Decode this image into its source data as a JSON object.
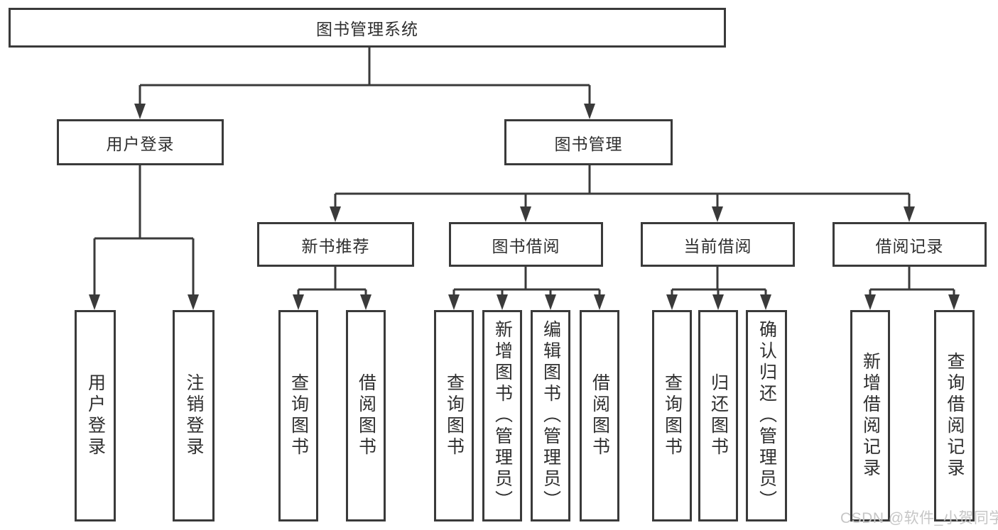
{
  "diagram": {
    "root": {
      "label": "图书管理系统",
      "children": [
        {
          "label": "用户登录",
          "children": [
            {
              "label": "用户登录"
            },
            {
              "label": "注销登录"
            }
          ]
        },
        {
          "label": "图书管理",
          "children": [
            {
              "label": "新书推荐",
              "children": [
                {
                  "label": "查询图书"
                },
                {
                  "label": "借阅图书"
                }
              ]
            },
            {
              "label": "图书借阅",
              "children": [
                {
                  "label": "查询图书"
                },
                {
                  "label": "新增图书（管理员）"
                },
                {
                  "label": "编辑图书（管理员）"
                },
                {
                  "label": "借阅图书"
                }
              ]
            },
            {
              "label": "当前借阅",
              "children": [
                {
                  "label": "查询图书"
                },
                {
                  "label": "归还图书"
                },
                {
                  "label": "确认归还（管理员）"
                }
              ]
            },
            {
              "label": "借阅记录",
              "children": [
                {
                  "label": "新增借阅记录"
                },
                {
                  "label": "查询借阅记录"
                }
              ]
            }
          ]
        }
      ]
    }
  },
  "watermark": {
    "text": "CSDN @软件_小贺同学"
  },
  "colors": {
    "line": "#3a3a3a",
    "box_border": "#3a3a3a",
    "text": "#2f2f2f",
    "watermark": "#c6c6c6",
    "background": "#ffffff"
  }
}
